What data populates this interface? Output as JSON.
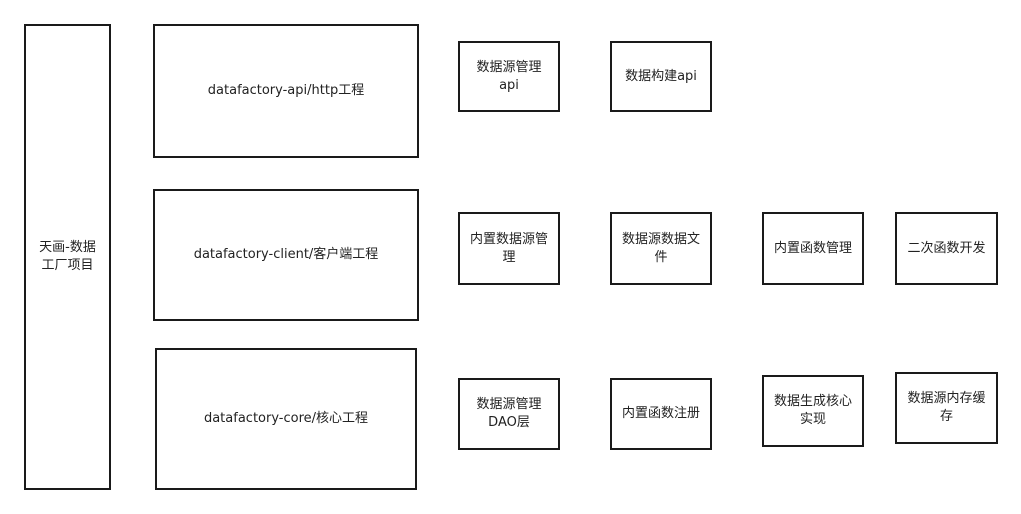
{
  "project": {
    "label": "天画-数据工厂项目"
  },
  "modules": {
    "api": "datafactory-api/http工程",
    "client": "datafactory-client/客户端工程",
    "core": "datafactory-core/核心工程"
  },
  "api_row": {
    "items": [
      "数据源管理api",
      "数据构建api"
    ]
  },
  "client_row": {
    "items": [
      "内置数据源管理",
      "数据源数据文件",
      "内置函数管理",
      "二次函数开发"
    ]
  },
  "core_row": {
    "items": [
      "数据源管理DAO层",
      "内置函数注册",
      "数据生成核心实现",
      "数据源内存缓存"
    ]
  }
}
